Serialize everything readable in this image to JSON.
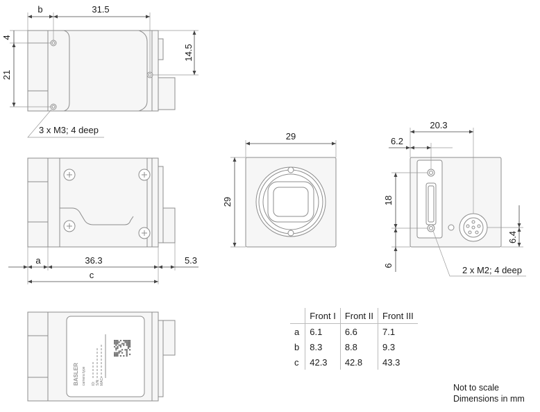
{
  "labels": {
    "top_b": "b",
    "top_31_5": "31.5",
    "top_4": "4",
    "top_21": "21",
    "top_14_5": "14.5",
    "top_holes": "3 x M3; 4 deep",
    "side_a": "a",
    "side_36_3": "36.3",
    "side_5_3": "5.3",
    "side_c": "c",
    "front_29_w": "29",
    "front_29_h": "29",
    "back_20_3": "20.3",
    "back_6_2": "6.2",
    "back_18": "18",
    "back_6": "6",
    "back_6_4": "6.4",
    "back_holes": "2 x M2; 4 deep",
    "label_brand": "BASLER",
    "label_type": "camera type",
    "label_id": "ID:",
    "label_sn": "S/N:",
    "label_mac": "MAC:"
  },
  "table": {
    "headers": [
      "",
      "Front I",
      "Front II",
      "Front III"
    ],
    "rows": [
      {
        "key": "a",
        "values": [
          "6.1",
          "6.6",
          "7.1"
        ]
      },
      {
        "key": "b",
        "values": [
          "8.3",
          "8.8",
          "9.3"
        ]
      },
      {
        "key": "c",
        "values": [
          "42.3",
          "42.8",
          "43.3"
        ]
      }
    ]
  },
  "notes": {
    "line1": "Not to scale",
    "line2": "Dimensions in mm"
  }
}
